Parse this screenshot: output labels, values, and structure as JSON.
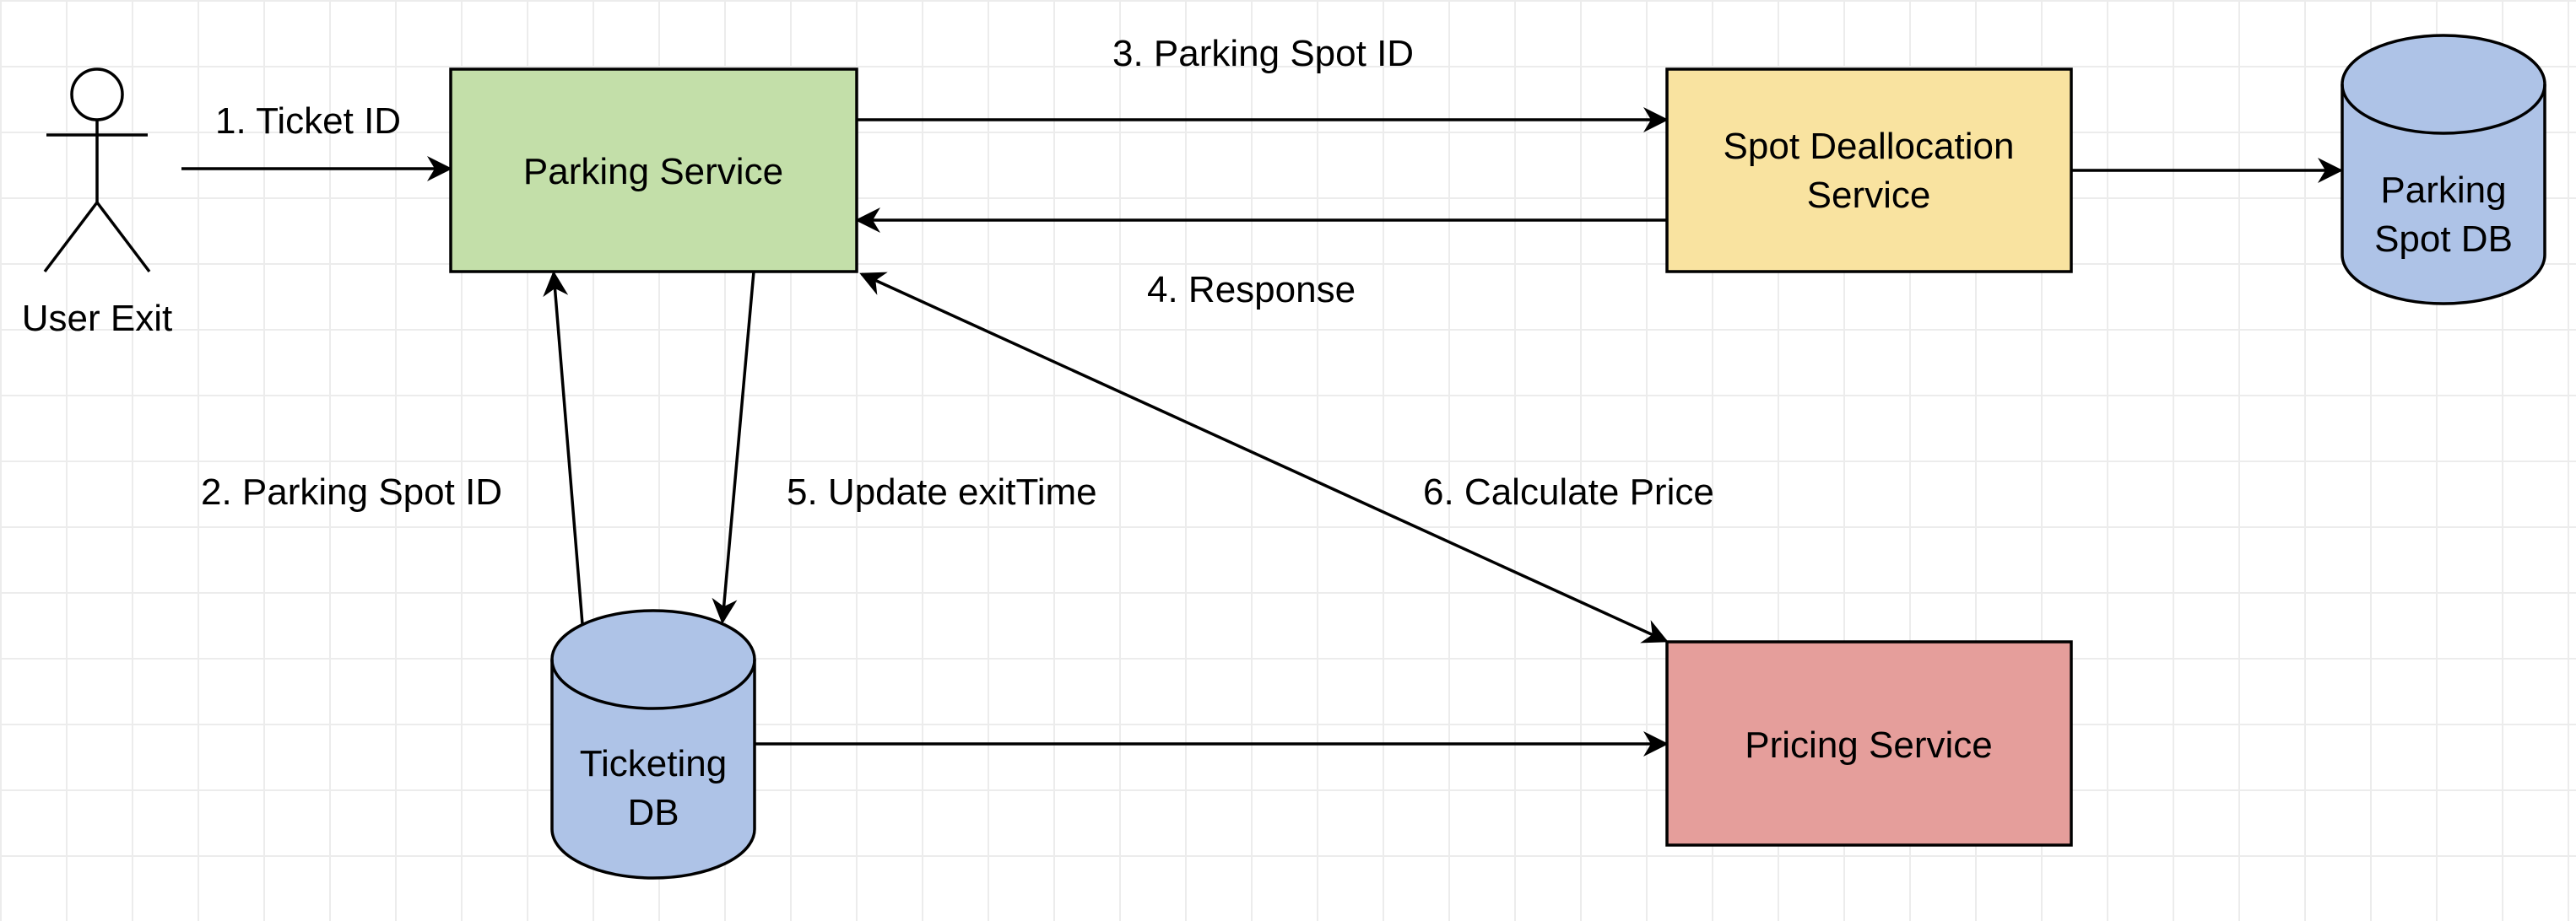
{
  "nodes": {
    "user": {
      "label": "User Exit"
    },
    "parking_service": {
      "label": "Parking Service",
      "fill": "#c3dfa9"
    },
    "spot_dealloc": {
      "line1": "Spot Deallocation",
      "line2": "Service",
      "fill": "#f9e3a0"
    },
    "parking_spot_db": {
      "line1": "Parking",
      "line2": "Spot DB",
      "fill": "#aec3e7"
    },
    "ticketing_db": {
      "line1": "Ticketing",
      "line2": "DB",
      "fill": "#aec3e7"
    },
    "pricing_service": {
      "label": "Pricing Service",
      "fill": "#e59e9b"
    }
  },
  "edges": {
    "e1": "1. Ticket ID",
    "e2": "2. Parking Spot ID",
    "e3": "3. Parking Spot ID",
    "e4": "4. Response",
    "e5": "5. Update exitTime",
    "e6": "6. Calculate Price"
  }
}
